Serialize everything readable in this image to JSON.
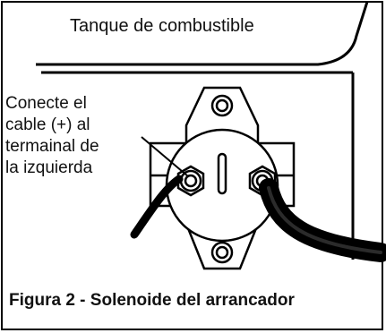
{
  "labels": {
    "tank": "Tanque de combustible",
    "note": "Conecte el\ncable (+) al\ntermainal de\nla izquierda",
    "caption": "Figura 2 - Solenoide del arrancador"
  }
}
